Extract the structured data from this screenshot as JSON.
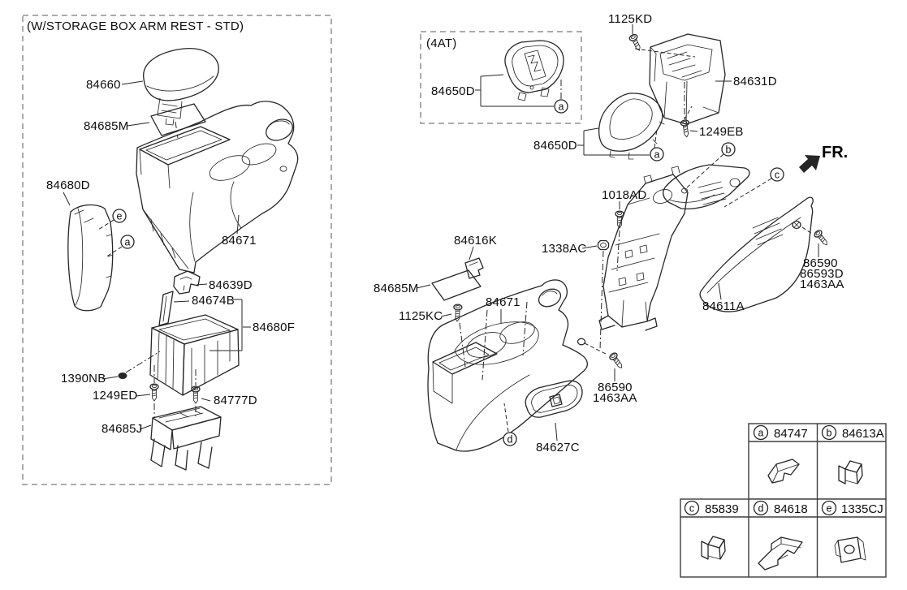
{
  "left_box": {
    "title": "(W/STORAGE BOX ARM REST - STD)"
  },
  "at_box": {
    "title": "(4AT)"
  },
  "direction": {
    "label": "FR."
  },
  "labels": {
    "p84660": "84660",
    "p84685M_left": "84685M",
    "p84680D": "84680D",
    "p84671_left": "84671",
    "p84639D": "84639D",
    "p84674B": "84674B",
    "p84680F": "84680F",
    "p1390NB": "1390NB",
    "p1249ED": "1249ED",
    "p84777D": "84777D",
    "p84685J": "84685J",
    "p84650D_4at": "84650D",
    "p1125KD": "1125KD",
    "p84631D": "84631D",
    "p1249EB": "1249EB",
    "p84650D_right": "84650D",
    "p1018AD": "1018AD",
    "p1338AC": "1338AC",
    "p84616K": "84616K",
    "p84685M_right": "84685M",
    "p84671_right": "84671",
    "p1125KC": "1125KC",
    "p84611A": "84611A",
    "p86590_upper": "86590",
    "p86593D_upper": "86593D",
    "p1463AA_upper": "1463AA",
    "p86590_lower": "86590",
    "p1463AA_lower": "1463AA",
    "p84627C": "84627C"
  },
  "callouts": {
    "a": "a",
    "b": "b",
    "c": "c",
    "d": "d",
    "e": "e"
  },
  "legend": {
    "row1": [
      {
        "letter": "a",
        "part": "84747"
      },
      {
        "letter": "b",
        "part": "84613A"
      }
    ],
    "row2": [
      {
        "letter": "c",
        "part": "85839"
      },
      {
        "letter": "d",
        "part": "84618"
      },
      {
        "letter": "e",
        "part": "1335CJ"
      }
    ]
  }
}
